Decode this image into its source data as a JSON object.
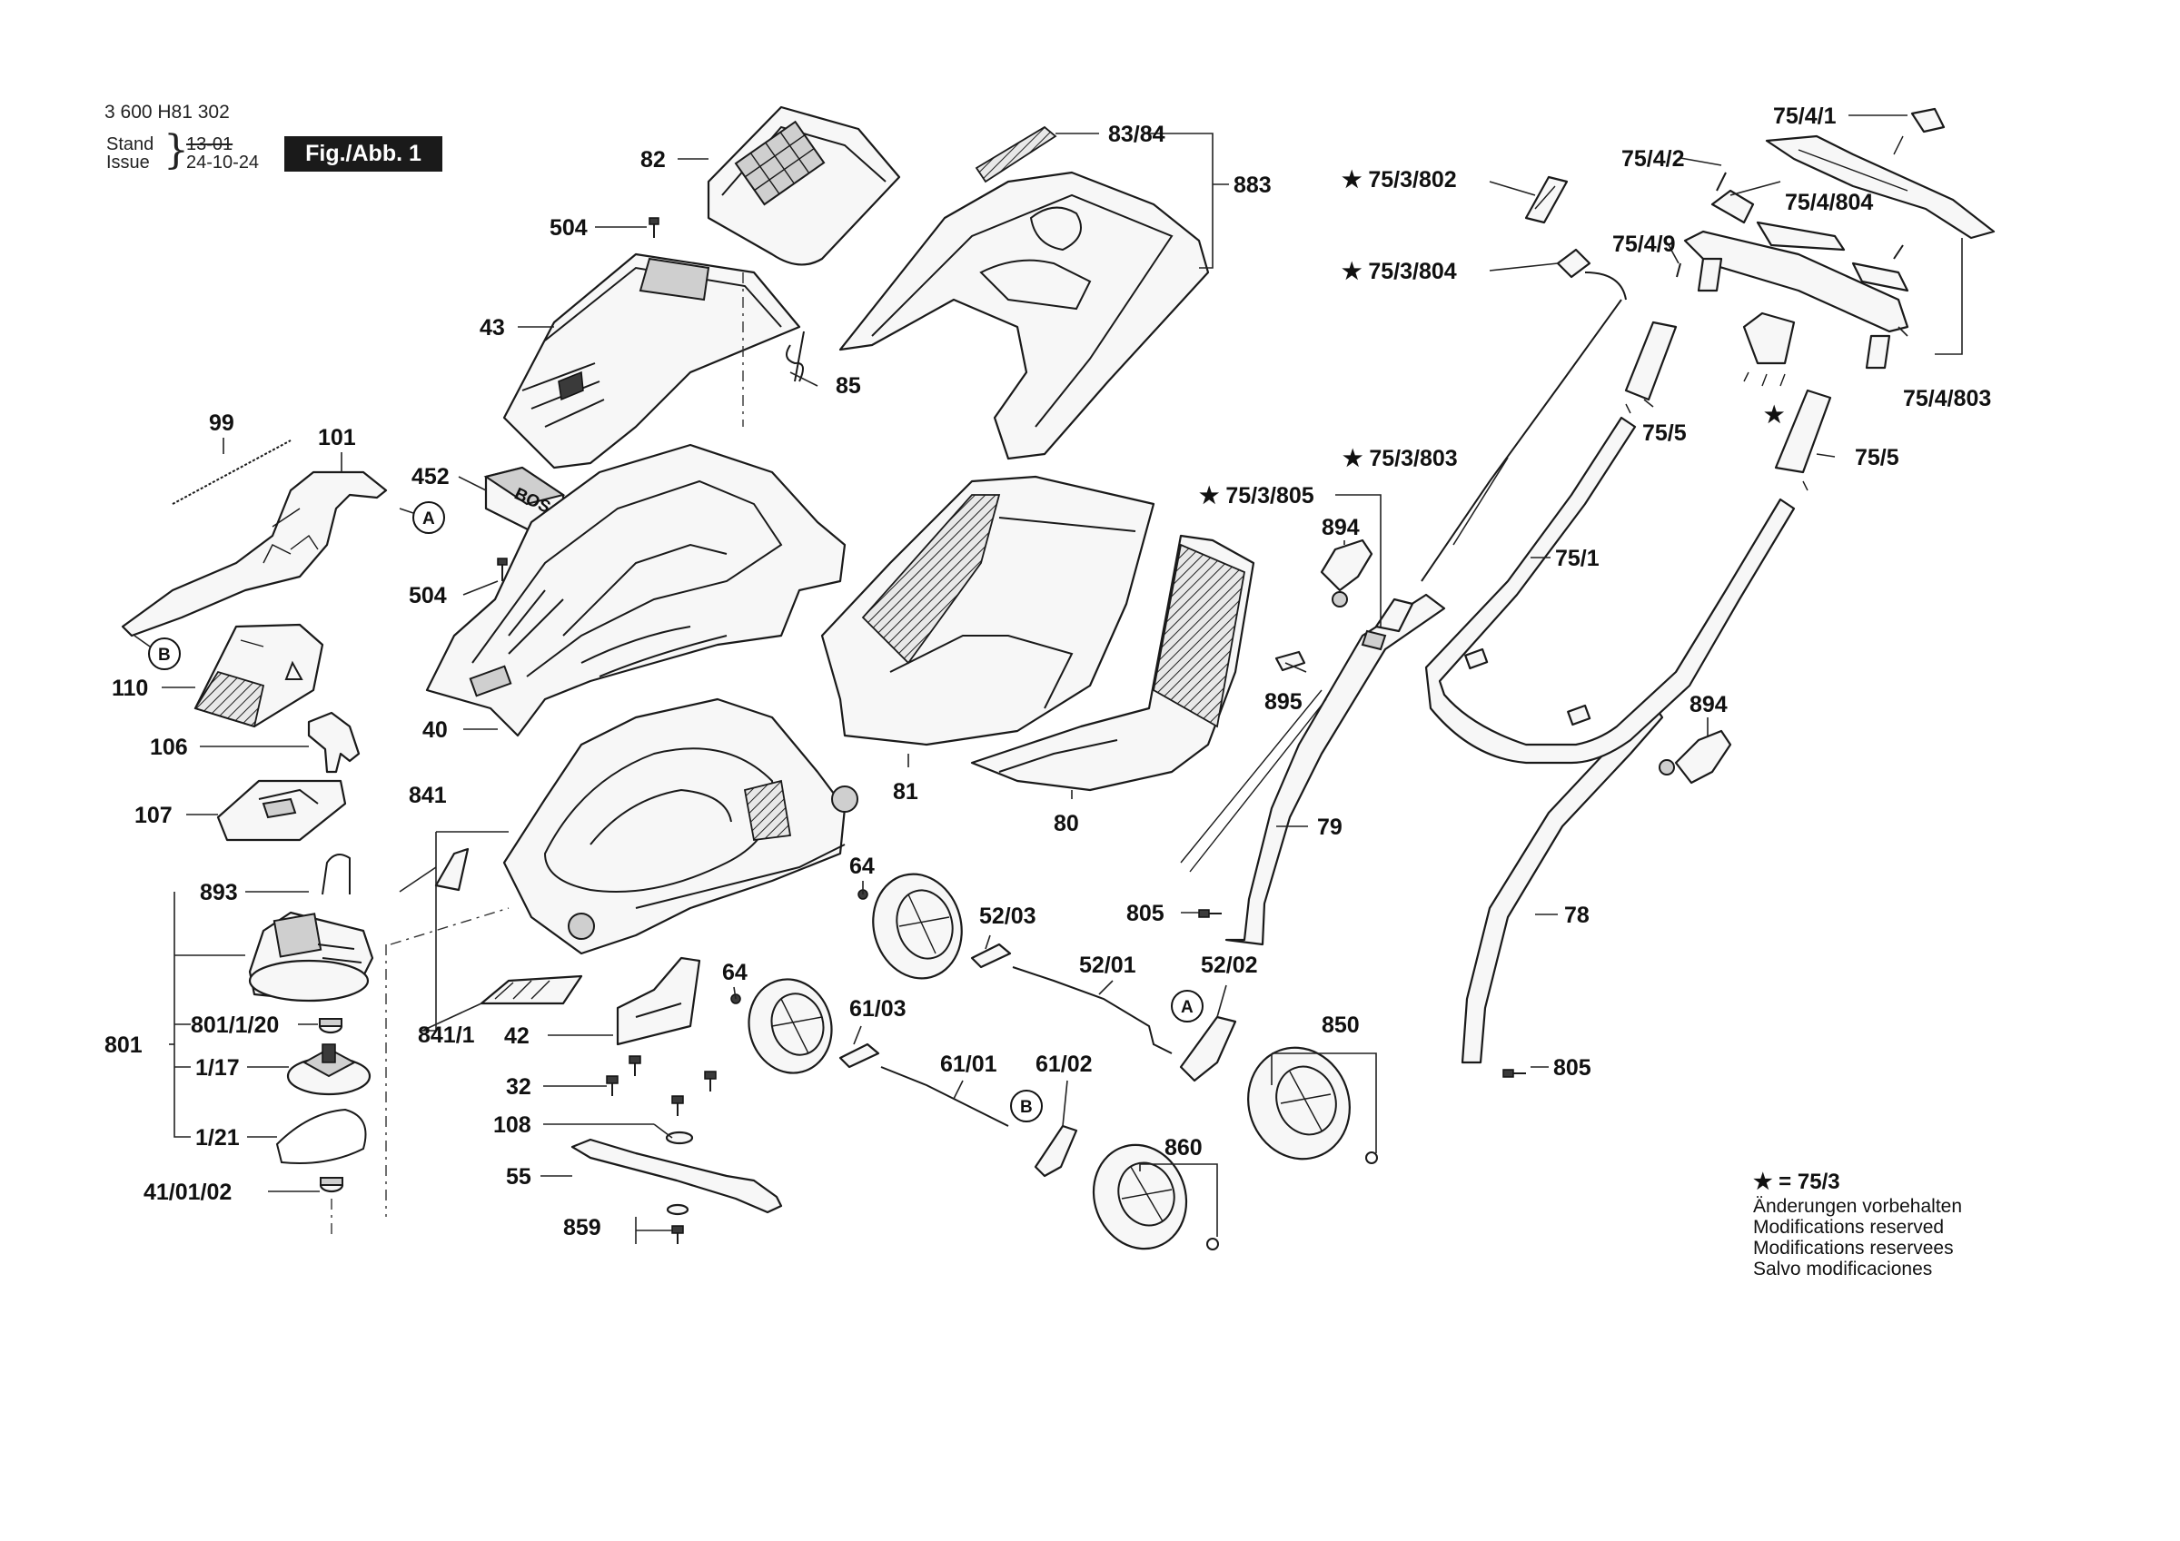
{
  "header": {
    "doc_number": "3 600 H81 302",
    "stand_label": "Stand",
    "issue_label": "Issue",
    "stand_date": "13-01",
    "issue_date": "24-10-24",
    "figure_label": "Fig./Abb. 1"
  },
  "callouts": {
    "c82": "82",
    "c504a": "504",
    "c43": "43",
    "c85": "85",
    "c8384": "83/84",
    "c883": "883",
    "c99": "99",
    "c101": "101",
    "c452": "452",
    "c504b": "504",
    "c110": "110",
    "c106": "106",
    "c107": "107",
    "c40": "40",
    "c841": "841",
    "c8411": "841/1",
    "c893": "893",
    "c801": "801",
    "c80120": "801/1/20",
    "c117": "1/17",
    "c121": "1/21",
    "c410102": "41/01/02",
    "c42": "42",
    "c32": "32",
    "c108": "108",
    "c55": "55",
    "c859": "859",
    "c64a": "64",
    "c64b": "64",
    "c81": "81",
    "c80": "80",
    "c5203": "52/03",
    "c5201": "52/01",
    "c5202": "52/02",
    "c6103": "61/03",
    "c6101": "61/01",
    "c6102": "61/02",
    "c850": "850",
    "c860": "860",
    "c79": "79",
    "c805a": "805",
    "c805b": "805",
    "c895": "895",
    "c894a": "894",
    "c894b": "894",
    "c753805": "★ 75/3/805",
    "c753803": "★ 75/3/803",
    "c753802": "★ 75/3/802",
    "c753804": "★ 75/3/804",
    "c751": "75/1",
    "c78": "78",
    "c755a": "75/5",
    "c755b": "75/5",
    "c7541": "75/4/1",
    "c7542": "75/4/2",
    "c754804": "75/4/804",
    "c7549": "75/4/9",
    "c754803": "75/4/803",
    "star": "★"
  },
  "markers": {
    "a1": "A",
    "a2": "A",
    "b1": "B",
    "b2": "B"
  },
  "footer": {
    "star_note": "★ = 75/3",
    "lines": [
      "Änderungen vorbehalten",
      "Modifications reserved",
      "Modifications reservees",
      "Salvo modificaciones"
    ]
  }
}
